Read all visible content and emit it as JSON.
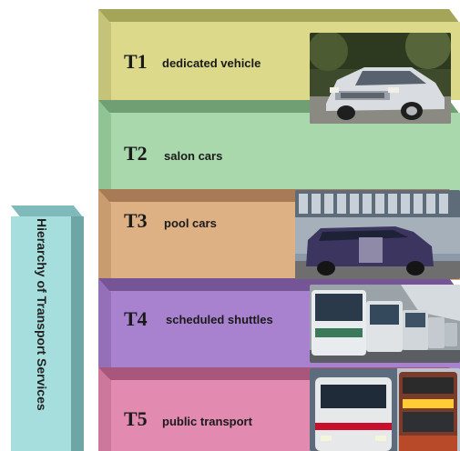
{
  "side_label": "Hierarchy of Transport Services",
  "tiers": [
    {
      "code": "T1",
      "name": "dedicated vehicle",
      "photo": "car-photo",
      "color": "#dcd98a",
      "top": "#a5a55a",
      "edge": "#c5c27a"
    },
    {
      "code": "T2",
      "name": "salon cars",
      "photo": "",
      "color": "#a8d8ac",
      "top": "#6f9f73",
      "edge": "#90c494"
    },
    {
      "code": "T3",
      "name": "pool cars",
      "photo": "van-photo",
      "color": "#deb184",
      "top": "#a67b55",
      "edge": "#c99c70"
    },
    {
      "code": "T4",
      "name": "scheduled shuttles",
      "photo": "buses-photo",
      "color": "#a882cf",
      "top": "#765596",
      "edge": "#9370b8"
    },
    {
      "code": "T5",
      "name": "public transport",
      "photo": "train-bus-photo",
      "color": "#e28ab0",
      "top": "#a8567b",
      "edge": "#cc789c"
    }
  ]
}
